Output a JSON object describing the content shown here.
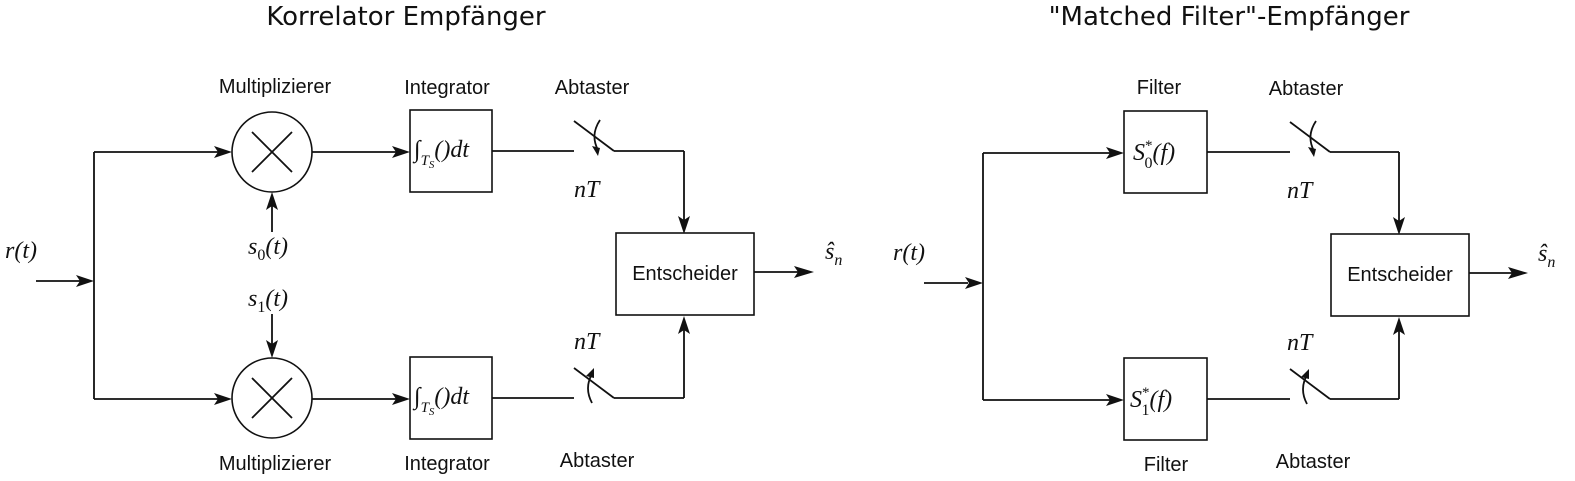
{
  "correlator": {
    "title": "Korrelator Empfänger",
    "input_label": "r(t)",
    "multiplier_label_top": "Multiplizierer",
    "multiplier_label_bottom": "Multiplizierer",
    "integrator_label_top": "Integrator",
    "integrator_label_bottom": "Integrator",
    "integrator_expr": "∫",
    "integrator_sub": "T",
    "integrator_subsub": "S",
    "integrator_tail": "()dt",
    "reference_signal_0": {
      "base": "s",
      "sub": "0",
      "arg": "(t)"
    },
    "reference_signal_1": {
      "base": "s",
      "sub": "1",
      "arg": "(t)"
    },
    "sampler_label_top": "Abtaster",
    "sampler_label_bottom": "Abtaster",
    "sample_time_top": "nT",
    "sample_time_bottom": "nT",
    "decider_label": "Entscheider",
    "output_label": {
      "base": "ŝ",
      "sub": "n"
    }
  },
  "matched": {
    "title": "\"Matched Filter\"-Empfänger",
    "input_label": "r(t)",
    "filter_label_top": "Filter",
    "filter_label_bottom": "Filter",
    "filter_0": {
      "base": "S",
      "sup": "*",
      "sub": "0",
      "arg": "(f)"
    },
    "filter_1": {
      "base": "S",
      "sup": "*",
      "sub": "1",
      "arg": "(f)"
    },
    "sampler_label_top": "Abtaster",
    "sampler_label_bottom": "Abtaster",
    "sample_time_top": "nT",
    "sample_time_bottom": "nT",
    "decider_label": "Entscheider",
    "output_label": {
      "base": "ŝ",
      "sub": "n"
    }
  }
}
